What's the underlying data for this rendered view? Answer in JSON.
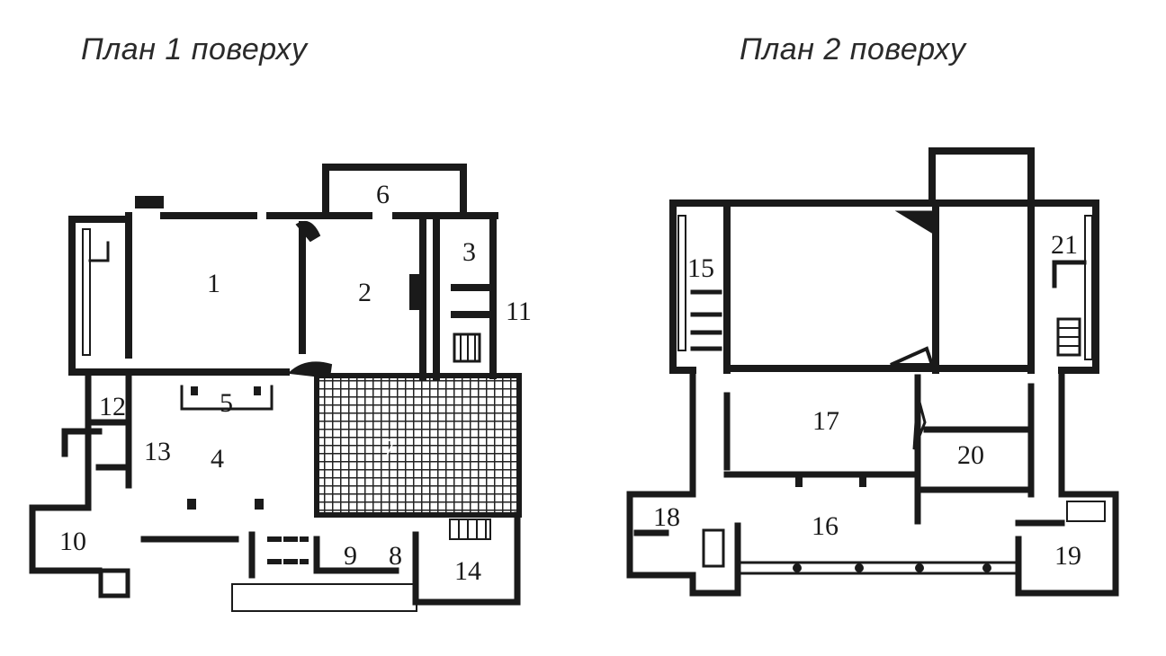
{
  "titles": {
    "floor1": "План 1 поверху",
    "floor2": "План 2 поверху"
  },
  "colors": {
    "wall": "#1a1a1a",
    "hatch": "#222222",
    "paper": "#ffffff"
  },
  "floor1": {
    "rooms": [
      {
        "id": "room-1",
        "label": "1"
      },
      {
        "id": "room-2",
        "label": "2"
      },
      {
        "id": "room-3",
        "label": "3"
      },
      {
        "id": "room-4",
        "label": "4"
      },
      {
        "id": "room-5",
        "label": "5"
      },
      {
        "id": "room-6",
        "label": "6"
      },
      {
        "id": "room-7",
        "label": "7"
      },
      {
        "id": "room-8",
        "label": "8"
      },
      {
        "id": "room-9",
        "label": "9"
      },
      {
        "id": "room-10",
        "label": "10"
      },
      {
        "id": "room-11",
        "label": "11"
      },
      {
        "id": "room-12",
        "label": "12"
      },
      {
        "id": "room-13",
        "label": "13"
      },
      {
        "id": "room-14",
        "label": "14"
      }
    ]
  },
  "floor2": {
    "rooms": [
      {
        "id": "room-15",
        "label": "15"
      },
      {
        "id": "room-16",
        "label": "16"
      },
      {
        "id": "room-17",
        "label": "17"
      },
      {
        "id": "room-18",
        "label": "18"
      },
      {
        "id": "room-19",
        "label": "19"
      },
      {
        "id": "room-20",
        "label": "20"
      },
      {
        "id": "room-21",
        "label": "21"
      }
    ]
  }
}
